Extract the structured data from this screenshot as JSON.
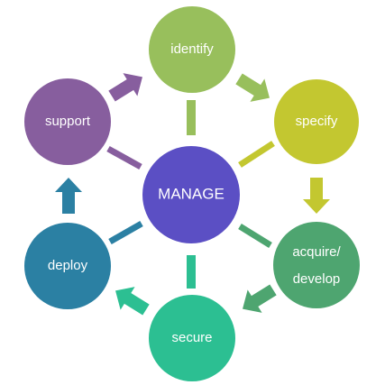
{
  "diagram": {
    "center": {
      "label": "MANAGE",
      "color": "#5b4fc4"
    },
    "nodes": [
      {
        "id": "identify",
        "label": "identify",
        "color": "#98bf5c"
      },
      {
        "id": "specify",
        "label": "specify",
        "color": "#c3c730"
      },
      {
        "id": "acquire-develop",
        "label_lines": [
          "acquire/",
          "develop"
        ],
        "color": "#4ea570"
      },
      {
        "id": "secure",
        "label": "secure",
        "color": "#2cbf92"
      },
      {
        "id": "deploy",
        "label": "deploy",
        "color": "#2b80a3"
      },
      {
        "id": "support",
        "label": "support",
        "color": "#875e9e"
      }
    ],
    "arrow_colors": {
      "identify_to_specify": "#98bf5c",
      "specify_to_acquire": "#c3c730",
      "acquire_to_secure": "#4ea570",
      "secure_to_deploy": "#2cbf92",
      "deploy_to_support": "#2b80a3",
      "support_to_identify": "#875e9e"
    }
  }
}
